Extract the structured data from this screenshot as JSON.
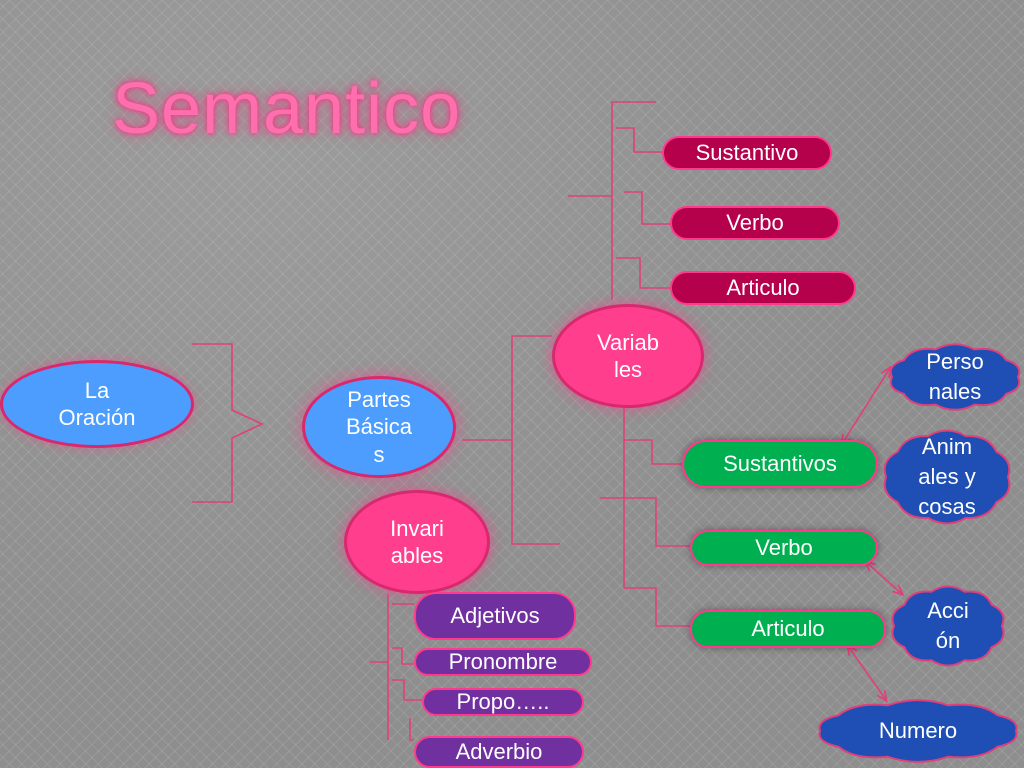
{
  "title": "Semantico",
  "nodes": {
    "la_oracion": "La Oración",
    "partes_basicas": "Partes Básicas",
    "variables": "Variables",
    "invariables": "Invariables",
    "var_sustantivo": "Sustantivo",
    "var_verbo": "Verbo",
    "var_articulo": "Articulo",
    "sustantivos": "Sustantivos",
    "verbo": "Verbo",
    "articulo": "Articulo",
    "adjetivos": "Adjetivos",
    "pronombre": "Pronombre",
    "propo": "Propo…..",
    "adverbio": "Adverbio",
    "personales": "Personales",
    "animales_cosas": "Animales y cosas",
    "accion": "Acción",
    "numero": "Numero"
  },
  "display_breaks": {
    "la_oracion": "La\nOración",
    "partes_basicas": "Partes\nBásica\ns",
    "variables": "Variab\nles",
    "invariables": "Invari\nables",
    "personales": "Perso\nnales",
    "animales_cosas": "Anim\nales y\ncosas",
    "accion": "Acci\nón"
  },
  "colors": {
    "blue_node": "#4d9dff",
    "pink_node": "#ff3e8e",
    "wine_pill": "#b5004c",
    "green_pill": "#00b050",
    "purple_pill": "#7030a0",
    "cloud": "#1f4fb5",
    "line": "#e0407a",
    "title": "#ff6fae"
  }
}
